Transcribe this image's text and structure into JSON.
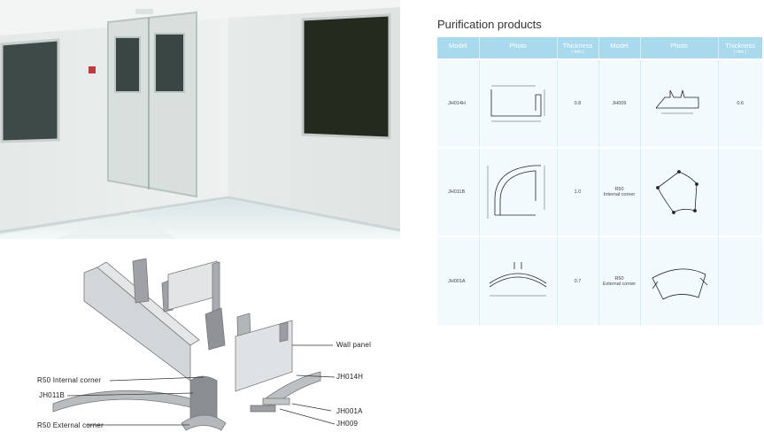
{
  "section_title": "Purification products",
  "table": {
    "headers": {
      "model": "Model",
      "photo": "Photo",
      "thickness": "Thickness",
      "unit": "( mm )"
    },
    "rows": [
      {
        "model_left": "JH014H",
        "thickness_left": "0.8",
        "model_right": "JH009",
        "thickness_right": "0.6"
      },
      {
        "model_left": "JH011B",
        "thickness_left": "1.0",
        "model_right": "R50\nInternal corner",
        "thickness_right": ""
      },
      {
        "model_left": "JH001A",
        "thickness_left": "0.7",
        "model_right": "R50\nExternal corner",
        "thickness_right": ""
      }
    ]
  },
  "diagram_labels": {
    "wall_panel": "Wall panel",
    "r50_internal": "R50 Internal corner",
    "jh014h": "JH014H",
    "jh011b": "JH011B",
    "jh001a": "JH001A",
    "r50_external": "R50 External corner",
    "jh009": "JH009"
  }
}
